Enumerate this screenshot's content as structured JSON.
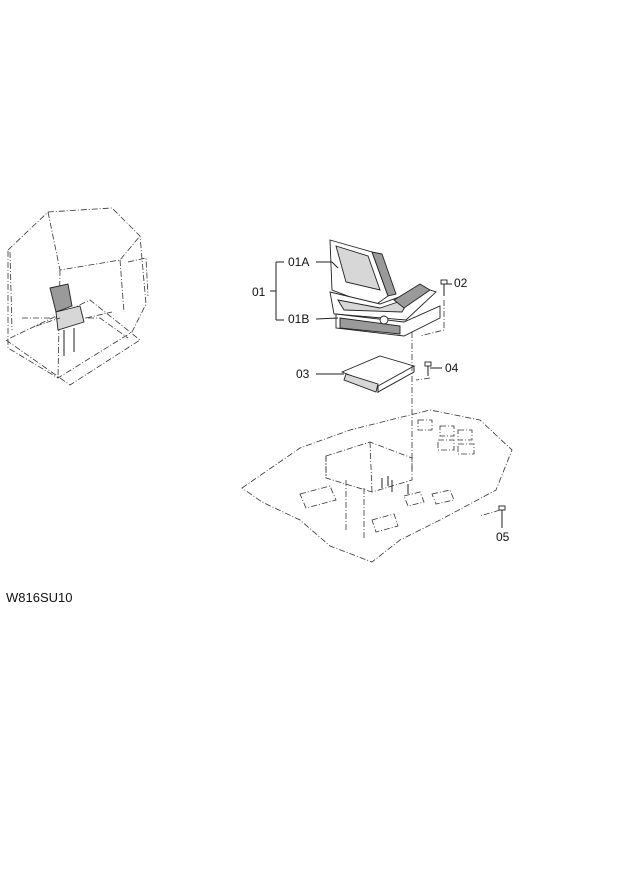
{
  "labels": {
    "p01": "01",
    "p01a": "01A",
    "p01b": "01B",
    "p02": "02",
    "p03": "03",
    "p04": "04",
    "p05": "05"
  },
  "drawing_code": "W816SU10"
}
